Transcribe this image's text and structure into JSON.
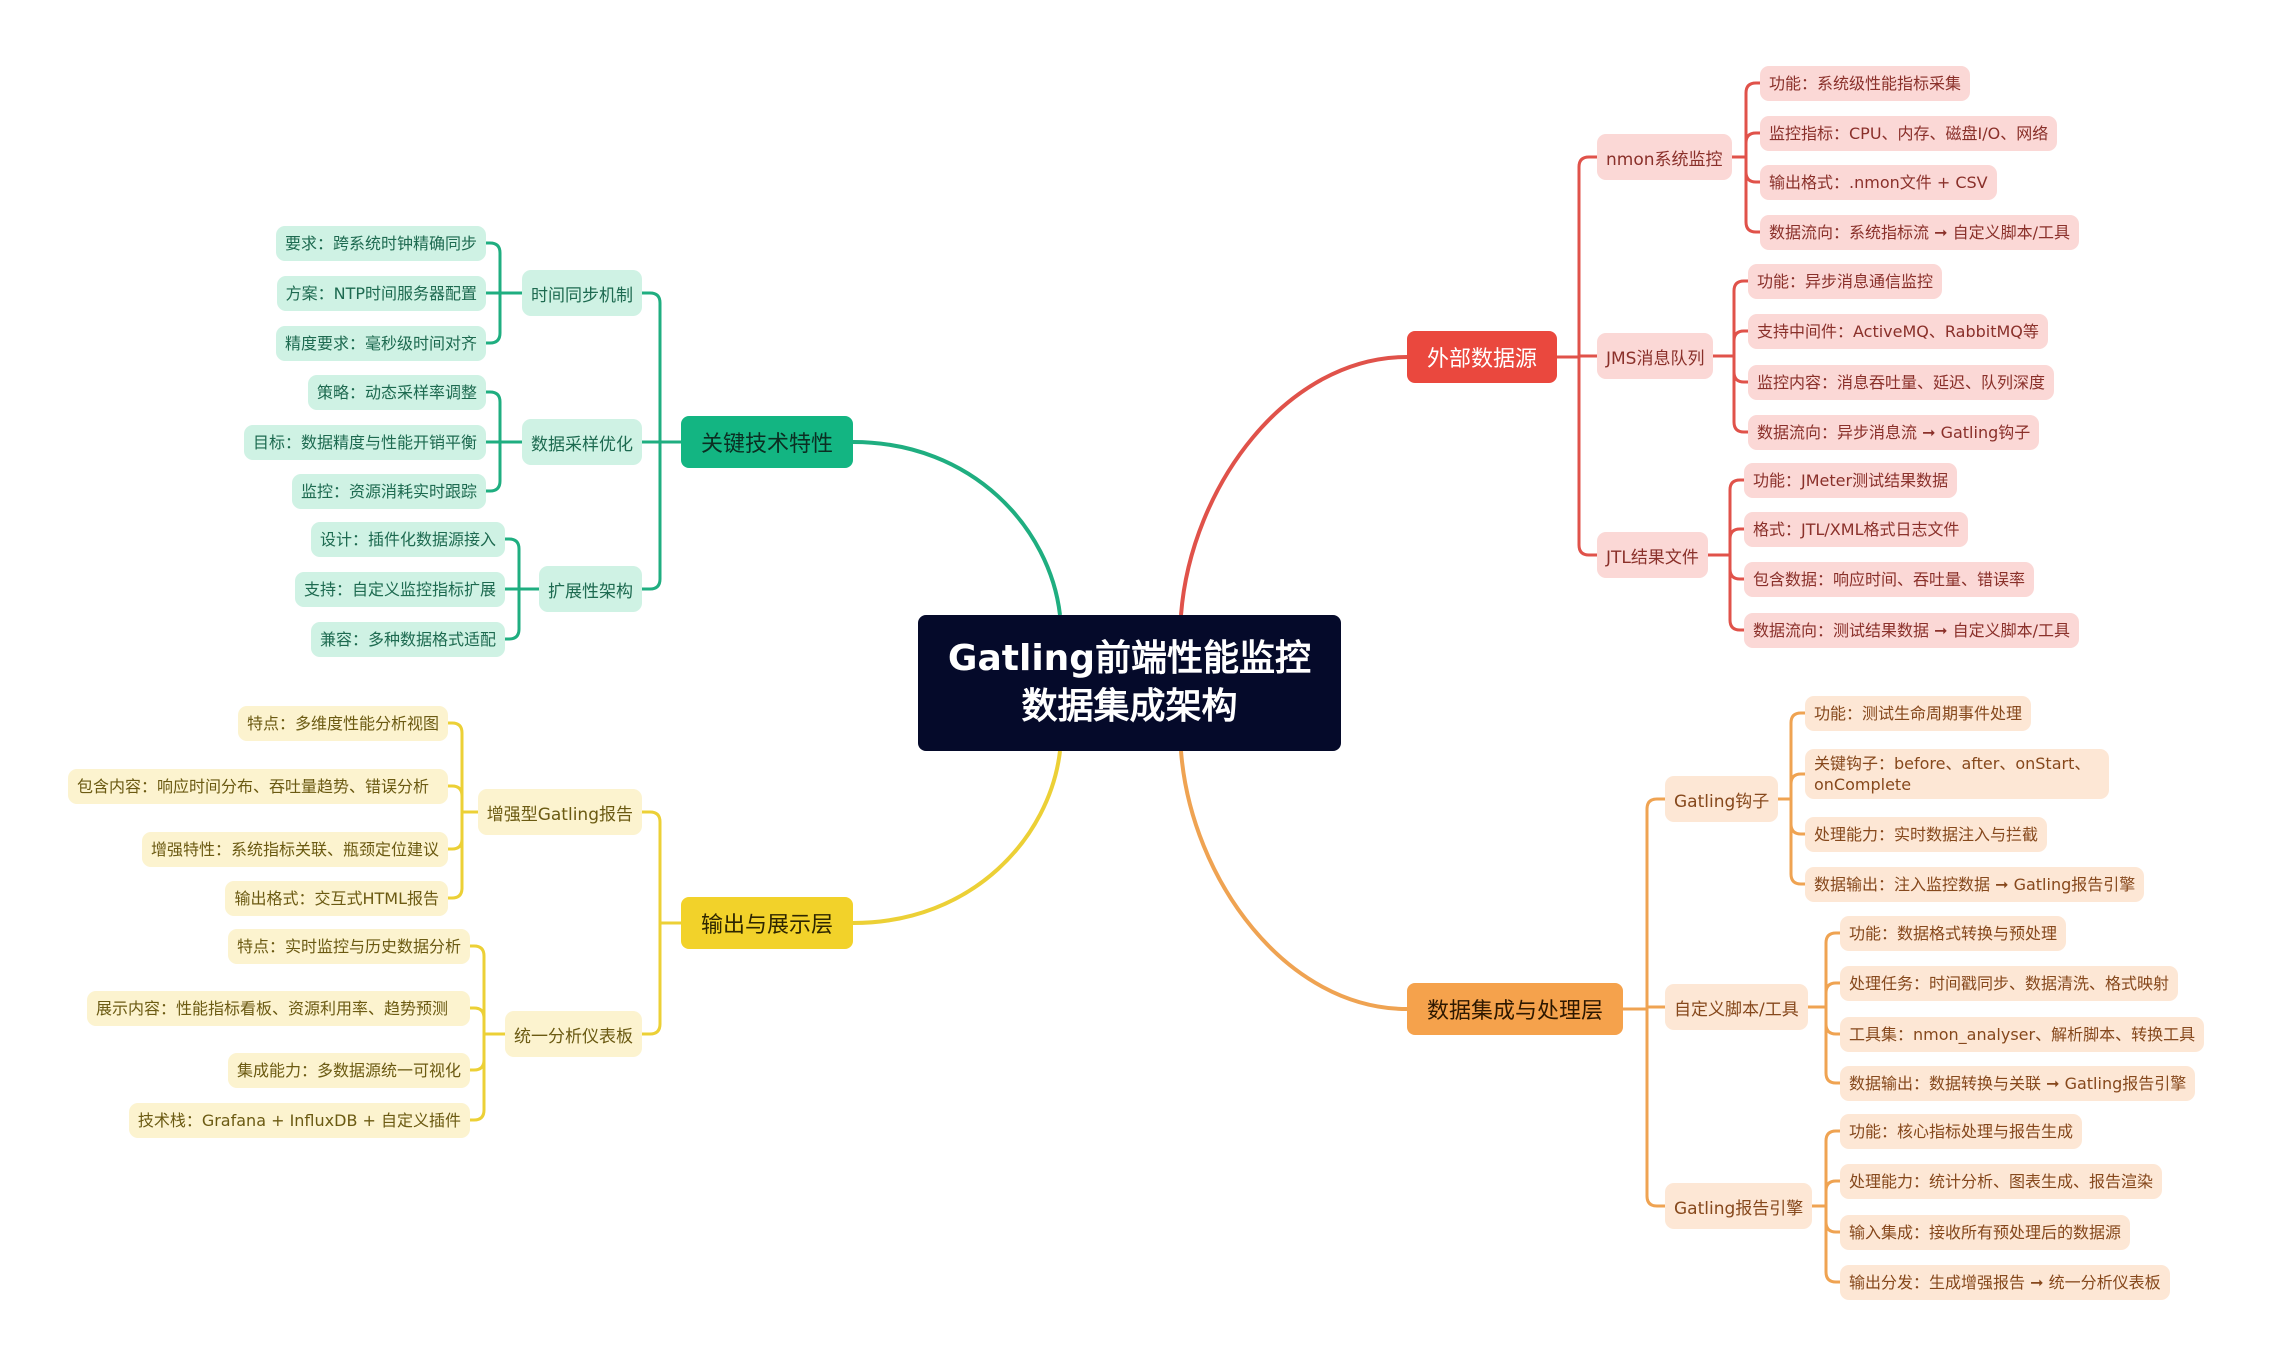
{
  "title": {
    "line1": "Gatling前端性能监控",
    "line2": "数据集成架构"
  },
  "colors": {
    "green": {
      "line": "#1fae80",
      "main_bg": "#13b582",
      "main_fg": "#0b2e22",
      "leaf_bg": "#cff2e4",
      "fg": "#1d6a50"
    },
    "yellow": {
      "line": "#ecd036",
      "main_bg": "#f2d22a",
      "main_fg": "#2e2600",
      "leaf_bg": "#fcf3cf",
      "fg": "#6b5a12"
    },
    "red": {
      "line": "#e0524a",
      "main_bg": "#ea483e",
      "main_fg": "#ffffff",
      "leaf_bg": "#fbd8d6",
      "fg": "#8a302a"
    },
    "orange": {
      "line": "#efa352",
      "main_bg": "#f5a24c",
      "main_fg": "#2e1800",
      "leaf_bg": "#fde7d5",
      "fg": "#86481c"
    }
  },
  "branches": [
    {
      "label": "关键技术特性",
      "color": "green",
      "children": [
        {
          "label": "时间同步机制",
          "leaves": [
            "要求：跨系统时钟精确同步",
            "方案：NTP时间服务器配置",
            "精度要求：毫秒级时间对齐"
          ]
        },
        {
          "label": "数据采样优化",
          "leaves": [
            "策略：动态采样率调整",
            "目标：数据精度与性能开销平衡",
            "监控：资源消耗实时跟踪"
          ]
        },
        {
          "label": "扩展性架构",
          "leaves": [
            "设计：插件化数据源接入",
            "支持：自定义监控指标扩展",
            "兼容：多种数据格式适配"
          ]
        }
      ]
    },
    {
      "label": "输出与展示层",
      "color": "yellow",
      "children": [
        {
          "label": "增强型Gatling报告",
          "leaves": [
            "特点：多维度性能分析视图",
            "包含内容：响应时间分布、吞吐量趋势、错误分析",
            "增强特性：系统指标关联、瓶颈定位建议",
            "输出格式：交互式HTML报告"
          ]
        },
        {
          "label": "统一分析仪表板",
          "leaves": [
            "特点：实时监控与历史数据分析",
            "展示内容：性能指标看板、资源利用率、趋势预测",
            "集成能力：多数据源统一可视化",
            "技术栈：Grafana + InfluxDB + 自定义插件"
          ]
        }
      ]
    },
    {
      "label": "外部数据源",
      "color": "red",
      "children": [
        {
          "label": "nmon系统监控",
          "leaves": [
            "功能：系统级性能指标采集",
            "监控指标：CPU、内存、磁盘I/O、网络",
            "输出格式：.nmon文件 + CSV",
            "数据流向：系统指标流 ➞ 自定义脚本/工具"
          ]
        },
        {
          "label": "JMS消息队列",
          "leaves": [
            "功能：异步消息通信监控",
            "支持中间件：ActiveMQ、RabbitMQ等",
            "监控内容：消息吞吐量、延迟、队列深度",
            "数据流向：异步消息流 ➞ Gatling钩子"
          ]
        },
        {
          "label": "JTL结果文件",
          "leaves": [
            "功能：JMeter测试结果数据",
            "格式：JTL/XML格式日志文件",
            "包含数据：响应时间、吞吐量、错误率",
            "数据流向：测试结果数据 ➞ 自定义脚本/工具"
          ]
        }
      ]
    },
    {
      "label": "数据集成与处理层",
      "color": "orange",
      "children": [
        {
          "label": "Gatling钩子",
          "leaves": [
            "功能：测试生命周期事件处理",
            "关键钩子：before、after、onStart、onComplete",
            "处理能力：实时数据注入与拦截",
            "数据输出：注入监控数据 ➞ Gatling报告引擎"
          ]
        },
        {
          "label": "自定义脚本/工具",
          "leaves": [
            "功能：数据格式转换与预处理",
            "处理任务：时间戳同步、数据清洗、格式映射",
            "工具集：nmon_analyser、解析脚本、转换工具",
            "数据输出：数据转换与关联 ➞ Gatling报告引擎"
          ]
        },
        {
          "label": "Gatling报告引擎",
          "leaves": [
            "功能：核心指标处理与报告生成",
            "处理能力：统计分析、图表生成、报告渲染",
            "输入集成：接收所有预处理后的数据源",
            "输出分发：生成增强报告 ➞ 统一分析仪表板"
          ]
        }
      ]
    }
  ]
}
